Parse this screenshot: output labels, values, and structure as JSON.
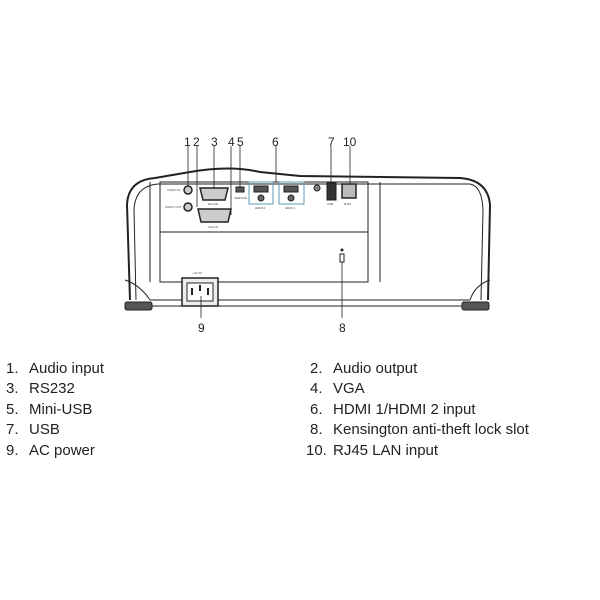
{
  "diagram": {
    "callouts": [
      "1",
      "2",
      "3",
      "4",
      "5",
      "6",
      "7",
      "10",
      "9",
      "8"
    ],
    "port_labels": {
      "audio_in": "AUDIO IN",
      "audio_out": "AUDIO OUT",
      "rs232": "RS-232",
      "vga": "VGA IN",
      "mini_usb": "SERVICE",
      "hdmi2": "HDMI 2",
      "hdmi1": "HDMI 1",
      "usb": "USB",
      "rj45": "RJ45",
      "ac": "~AC IN"
    }
  },
  "legend": [
    {
      "num": "1.",
      "label": "Audio input"
    },
    {
      "num": "2.",
      "label": "Audio output"
    },
    {
      "num": "3.",
      "label": "RS232"
    },
    {
      "num": "4.",
      "label": "VGA"
    },
    {
      "num": "5.",
      "label": "Mini-USB"
    },
    {
      "num": "6.",
      "label": "HDMI 1/HDMI 2 input"
    },
    {
      "num": "7.",
      "label": "USB"
    },
    {
      "num": "8.",
      "label": "Kensington anti-theft lock slot"
    },
    {
      "num": "9.",
      "label": "AC power"
    },
    {
      "num": "10.",
      "label": "RJ45 LAN input"
    }
  ],
  "colors": {
    "line": "#222222",
    "hdmi_highlight": "#5b9bb5"
  }
}
